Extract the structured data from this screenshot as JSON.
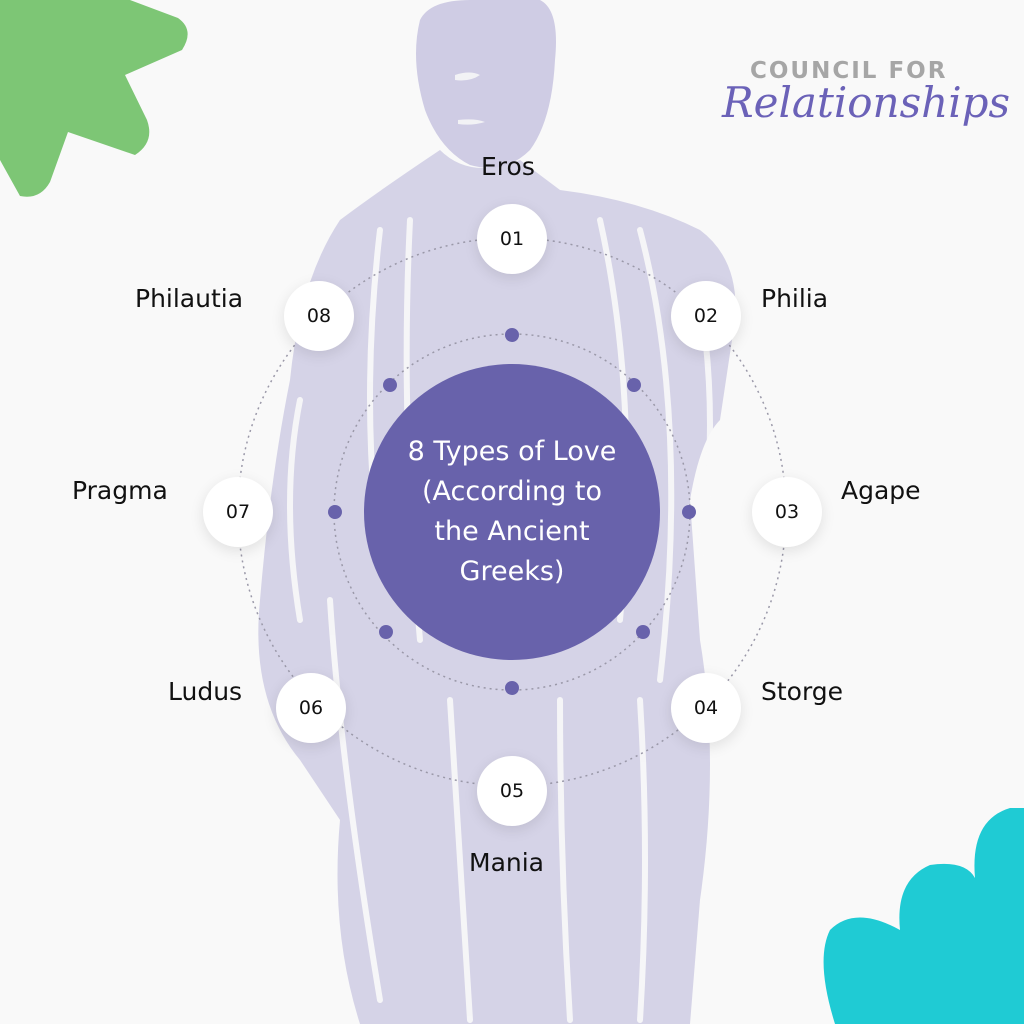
{
  "logo": {
    "line1": "COUNCIL FOR",
    "line2": "Relationships"
  },
  "center": {
    "title": "8 Types of Love (According to the Ancient Greeks)"
  },
  "items": [
    {
      "number": "01",
      "label": "Eros"
    },
    {
      "number": "02",
      "label": "Philia"
    },
    {
      "number": "03",
      "label": "Agape"
    },
    {
      "number": "04",
      "label": "Storge"
    },
    {
      "number": "05",
      "label": "Mania"
    },
    {
      "number": "06",
      "label": "Ludus"
    },
    {
      "number": "07",
      "label": "Pragma"
    },
    {
      "number": "08",
      "label": "Philautia"
    }
  ],
  "colors": {
    "background": "#f9f9f9",
    "accent_purple": "#6862ab",
    "figure_lavender": "#cfcce4",
    "green_blob": "#7dc675",
    "teal_blob": "#1fcbd4",
    "logo_gray": "#a6a6a6",
    "logo_purple": "#6b62b8"
  }
}
